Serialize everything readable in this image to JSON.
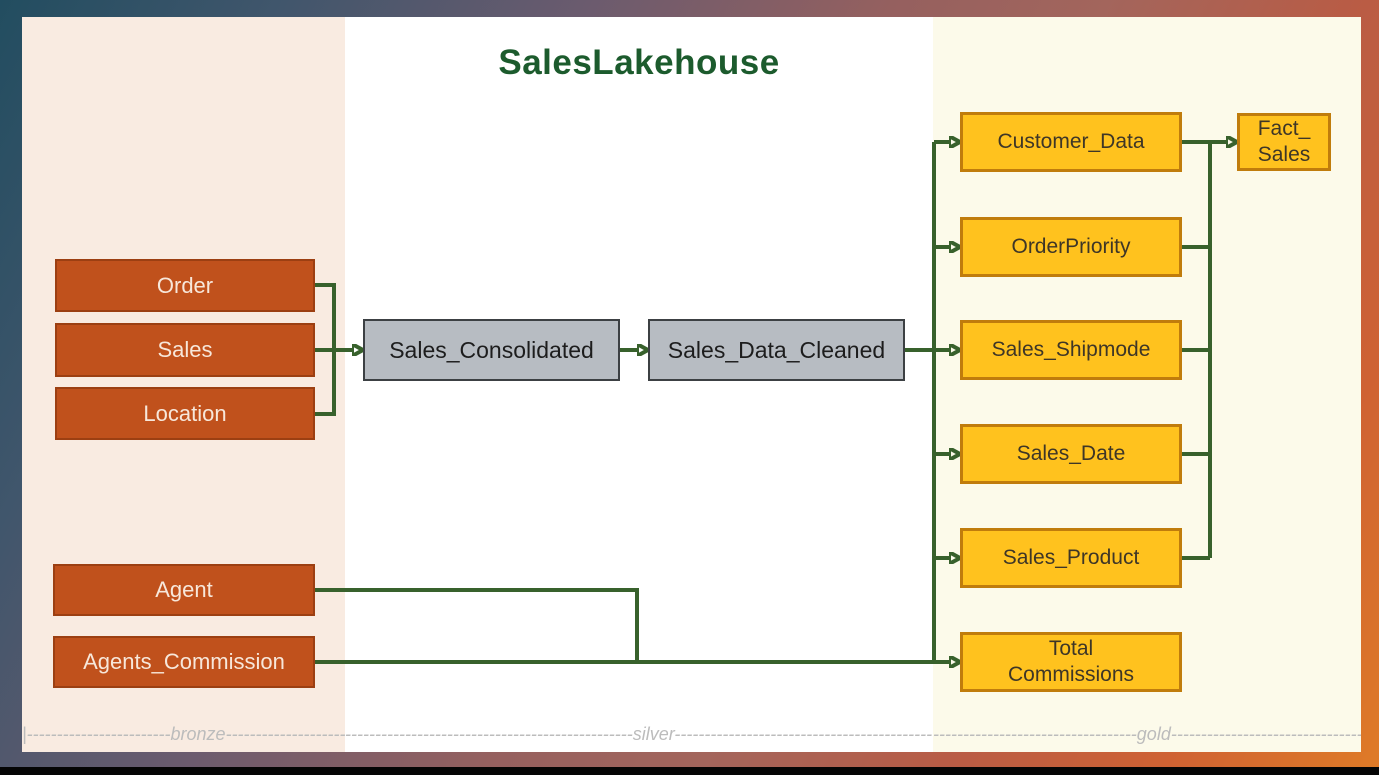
{
  "title": "SalesLakehouse",
  "tables": {
    "bronze": [
      "Order",
      "Sales",
      "Location"
    ],
    "agents": [
      "Agent",
      "Agents_Commission"
    ],
    "silver": [
      "Sales_Consolidated",
      "Sales_Data_Cleaned"
    ],
    "gold": [
      "Customer_Data",
      "OrderPriority",
      "Sales_Shipmode",
      "Sales_Date",
      "Sales_Product",
      "Total\nCommissions"
    ],
    "fact": "Fact_\nSales"
  },
  "edges": [
    {
      "from": "Order",
      "to": "Sales_Consolidated"
    },
    {
      "from": "Sales",
      "to": "Sales_Consolidated"
    },
    {
      "from": "Location",
      "to": "Sales_Consolidated"
    },
    {
      "from": "Sales_Consolidated",
      "to": "Sales_Data_Cleaned"
    },
    {
      "from": "Sales_Data_Cleaned",
      "to": "Customer_Data"
    },
    {
      "from": "Sales_Data_Cleaned",
      "to": "OrderPriority"
    },
    {
      "from": "Sales_Data_Cleaned",
      "to": "Sales_Shipmode"
    },
    {
      "from": "Sales_Data_Cleaned",
      "to": "Sales_Date"
    },
    {
      "from": "Sales_Data_Cleaned",
      "to": "Sales_Product"
    },
    {
      "from": "Customer_Data",
      "to": "Fact_Sales"
    },
    {
      "from": "OrderPriority",
      "to": "Fact_Sales"
    },
    {
      "from": "Sales_Shipmode",
      "to": "Fact_Sales"
    },
    {
      "from": "Sales_Date",
      "to": "Fact_Sales"
    },
    {
      "from": "Sales_Product",
      "to": "Fact_Sales"
    },
    {
      "from": "Agent",
      "to": "Total Commissions"
    },
    {
      "from": "Agents_Commission",
      "to": "Total Commissions"
    }
  ],
  "ruler": {
    "bronze": "|------------------------bronze------------------------|",
    "silver": "------------------------------------------------silver------------------------------------------------|",
    "gold": "----------------------------------gold----------------------------------|"
  },
  "colors": {
    "title": "#1c5b2d",
    "bronze_box": "#c0511c",
    "silver_box": "#b7bcc2",
    "gold_box": "#ffc21e",
    "connector": "#38612c",
    "bronze_bg": "#f9ebe1",
    "silver_bg": "#ffffff",
    "gold_bg": "#fcfaea"
  }
}
